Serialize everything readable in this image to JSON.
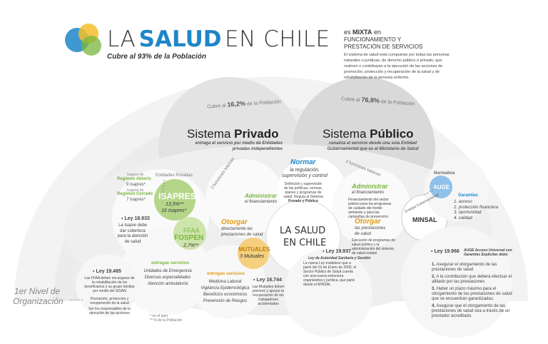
{
  "header": {
    "title_prefix": "LA",
    "title_highlight": "SALUD",
    "title_suffix": "EN CHILE",
    "subtitle": "Cubre al 93% de la Población",
    "mixta_prefix": "es",
    "mixta_word": "MIXTA",
    "mixta_suffix": "en",
    "mixta_line2": "FUNCIONAMIENTO Y",
    "mixta_line3": "PRESTACIÓN DE SERVICIOS",
    "description": "El sistema de salud está compuesto por todas las personas naturales o jurídicas, de derecho público o privado, que realicen o contribuyan a la ejecución de las acciones de promoción, protección y recuperación de la salud y de rehabilitación de la persona enfermo."
  },
  "coverage": {
    "private_prefix": "Cubre al",
    "private_pct": "16,2%",
    "private_suffix": "de la Población",
    "public_prefix": "Cubre al",
    "public_pct": "76,8%",
    "public_suffix": "de la Población"
  },
  "private": {
    "title_light": "Sistema",
    "title_bold": "Privado",
    "description": "entrega el servicio por medio de Entidades privadas independientes",
    "entities_label": "Entidades Privadas",
    "isapres_open_label": "Isapres de",
    "isapres_open_name": "Regimen Abierto",
    "isapres_open_count": "9 Isapres*",
    "isapres_closed_label": "Isapres de",
    "isapres_closed_name": "Regimen Cerrado",
    "isapres_closed_count": "7 Isapres*",
    "isapres_name": "ISAPRES",
    "isapres_pct": "13,5%**",
    "isapres_count": "16 Isapres*",
    "ffaa_name": "FFAA",
    "fospen_name": "FOSPEN",
    "fospen_pct": "2,7%**",
    "functions_label": "2 funciones básicas",
    "administrar": "Administrar",
    "administrar_sub": "el financiamiento",
    "otorgar": "Otorgar",
    "otorgar_sub": "directamente las prestaciones de salud",
    "mutuales_name": "MUTUALES",
    "mutuales_count": "3 Mutuales",
    "ley_18933_title": "Ley 18.933",
    "ley_18933_text": "La Isapre debe dar cobertura para la atención de salud",
    "entregan_1_title": "entregan servicios",
    "entregan_1_items": [
      "Unidades de Emergencia",
      "Diversas especialidades",
      "Atención ambulatoria"
    ],
    "entregan_2_title": "entregan servicios",
    "entregan_2_items": [
      "Medicina Laboral",
      "Vigilancia Epidemiológica",
      "Beneficios económicos",
      "Prevención de Riesgos"
    ],
    "ley_19465_title": "Ley 19.465",
    "ley_19465_text": "Las FFAA deben encargarse de la rehabilitación de los beneficiarios y su grupo familiar por medio del SISAN",
    "ley_19465_text2": "Promoción, protección y recuperación de la salud",
    "ley_19465_text3": "Ser los responsables de la ejecución de las acciones",
    "ley_16744_title": "Ley 16.744",
    "ley_16744_text": "Las Mutuales deben prevenir y apoyar la recuperación de los trabajadores accidentados",
    "footnote_1": "* en el país",
    "footnote_2": "** % de la Población"
  },
  "public": {
    "title_light": "Sistema",
    "title_bold": "Público",
    "description": "canaliza el servicio desde una sola Entidad Gubernamental que es el Ministerio de Salud",
    "functions_label": "3 funciones básicas",
    "normar": "Normar",
    "normar_sub": "la regulación, supervisión y control",
    "normar_desc": "Definición y supervisión de las políticas, normas, planes y programas de salud. Regula al Sistema",
    "normar_desc_bold": "Privado y Público",
    "administrar": "Administrar",
    "administrar_sub": "el financiamiento",
    "administrar_desc": "Financiamiento del sector público para los programas de cuidado del medio ambiente y para las campañas de prevención.",
    "otorgar": "Otorgar",
    "otorgar_sub": "las prestaciones de salud",
    "otorgar_desc": "Ejecución de programas de salud pública y la administración del sistema de salud estatal",
    "gov_label": "Entidad Gubernamental",
    "minsal": "MINSAL",
    "normativa": "Normativa",
    "auge": "AUGE",
    "garantias_title": "Garantías",
    "garantias": [
      "acceso",
      "protección financiera",
      "oportunidad",
      "calidad"
    ],
    "ley_19937_title": "Ley 19.937",
    "ley_19937_subtitle": "Ley de Autoridad Sanitaria y Gestión",
    "ley_19937_text": "La nueva Ley establece que a partir del 01 de Enero de 2005, el Sector Público de Salud cuenta con una nueva estructura organizativa y jurídica, que parte desde el MINSAL",
    "ley_19966_title": "Ley 19.966",
    "ley_19966_subtitle": "AUGE Acceso Universal con Garantías Explícitas debe:",
    "ley_19966_items": [
      "Asegurar el otorgamiento de las prestaciones de salud",
      "A la contribución que deberá efectuar el afiliado por las prestaciones",
      "Haber un plazo máximo para el otorgamiento de las prestaciones de salud que se encuentran garantizadas.",
      "Asegurar que el otorgamiento de las prestaciones de salud sea a través de un prestador acreditado."
    ]
  },
  "center": {
    "title_line1": "LA SALUD",
    "title_line2": "EN CHILE"
  },
  "level": {
    "line1": "1er Nivel de",
    "line2": "Organización"
  },
  "colors": {
    "blue": "#1f86c8",
    "green": "#7ab53c",
    "orange": "#e49b14",
    "gray_bg": "#e6e6e6"
  }
}
